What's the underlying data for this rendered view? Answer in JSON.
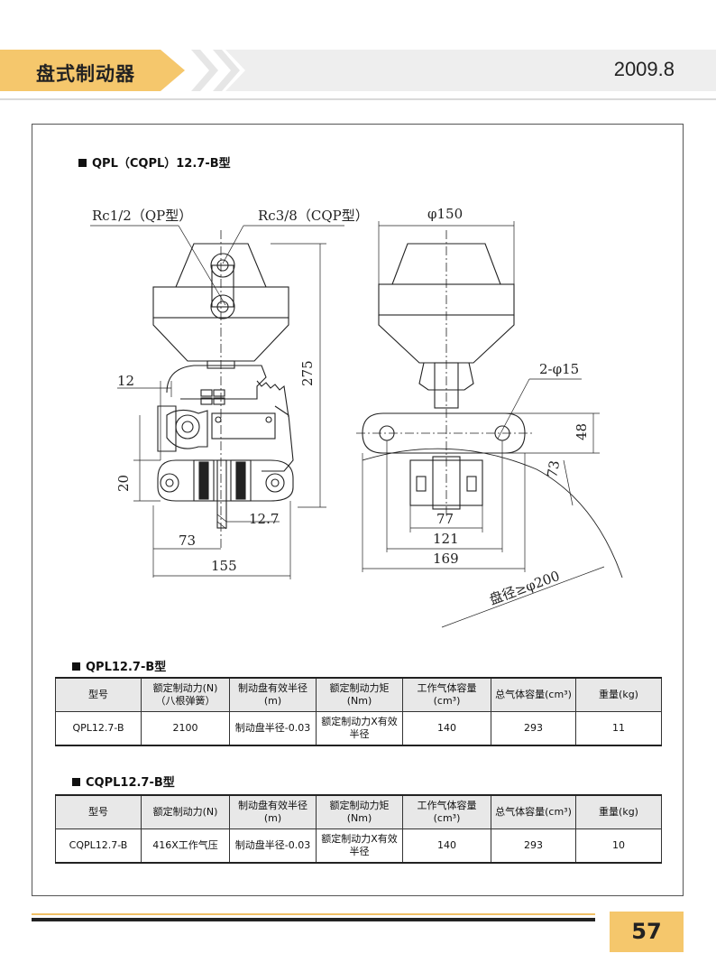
{
  "header": {
    "title": "盘式制动器",
    "date": "2009.8"
  },
  "section_main": {
    "title": "QPL（CQPL）12.7-B型"
  },
  "drawing": {
    "labels": {
      "rc12": "Rc1/2（QP型）",
      "rc38": "Rc3/8（CQP型）",
      "d12": "12",
      "d20": "20",
      "d275": "275",
      "d127": "12.7",
      "d73a": "73",
      "d155": "155",
      "phi150": "φ150",
      "holes": "2-φ15",
      "d48": "48",
      "d73b": "73",
      "d77": "77",
      "d121": "121",
      "d169": "169",
      "disc": "盘径≥φ200"
    }
  },
  "table1": {
    "title": "QPL12.7-B型",
    "headers": [
      "型号",
      "额定制动力(N)（八根弹簧）",
      "制动盘有效半径(m)",
      "额定制动力矩(Nm)",
      "工作气体容量(cm³)",
      "总气体容量(cm³)",
      "重量(kg)"
    ],
    "row": [
      "QPL12.7-B",
      "2100",
      "制动盘半径-0.03",
      "额定制动力X有效半径",
      "140",
      "293",
      "11"
    ]
  },
  "table2": {
    "title": "CQPL12.7-B型",
    "headers": [
      "型号",
      "额定制动力(N)",
      "制动盘有效半径(m)",
      "额定制动力矩(Nm)",
      "工作气体容量(cm³)",
      "总气体容量(cm³)",
      "重量(kg)"
    ],
    "row": [
      "CQPL12.7-B",
      "416X工作气压",
      "制动盘半径-0.03",
      "额定制动力X有效半径",
      "140",
      "293",
      "10"
    ]
  },
  "footer": {
    "page": "57"
  },
  "colors": {
    "accent": "#f5c76c",
    "line": "#222222"
  }
}
